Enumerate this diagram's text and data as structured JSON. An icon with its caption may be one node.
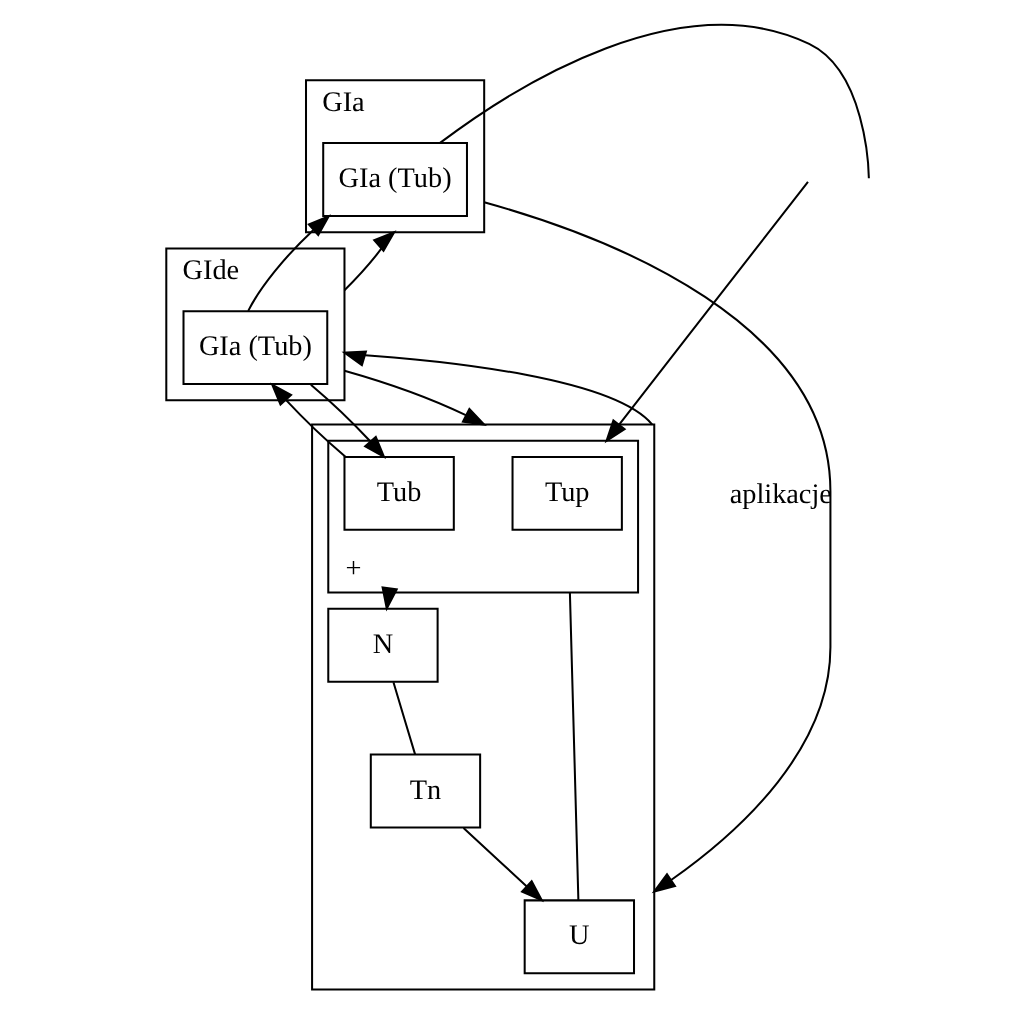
{
  "diagram": {
    "nodes": [
      {
        "text": [
          "GIa"
        ]
      },
      {
        "text": [
          "GIa (Tub)"
        ],
        "in": 0
      },
      {
        "text": [
          "GIde"
        ]
      },
      {
        "text": [
          "GIa (Tub)"
        ],
        "in": 2
      },
      {
        "text": [],
        "shape": "box"
      },
      {
        "text": [
          "N"
        ],
        "in": 4
      },
      {
        "text": [
          "Tn"
        ],
        "in": 4
      },
      {
        "text": [
          "U"
        ],
        "in": 4
      },
      {
        "text": [
          "+"
        ],
        "in": 4
      },
      {
        "text": [
          "Tup"
        ],
        "in": 8
      },
      {
        "text": [
          "Tub"
        ],
        "in": 8
      }
    ],
    "edges": [
      {
        "from": 2,
        "to": 0,
        "arrow": "to"
      },
      {
        "from": 3,
        "to": 1,
        "arrow": "to"
      },
      {
        "from": 4,
        "to": 2,
        "arrow": "to"
      },
      {
        "from": 2,
        "to": 4,
        "arrow": "to"
      },
      {
        "from": 10,
        "to": 3,
        "arrow": "to"
      },
      {
        "from": 3,
        "to": 10,
        "arrow": "to"
      },
      {
        "from": 1,
        "to": null,
        "arrow": "none"
      },
      {
        "from": 0,
        "to": 4,
        "arrow": "to",
        "label": "aplikacje"
      },
      {
        "from": null,
        "to": 8,
        "arrow": "to"
      },
      {
        "from": 5,
        "to": 6,
        "arrow": "none"
      },
      {
        "from": 6,
        "to": 7,
        "arrow": "to"
      },
      {
        "from": 8,
        "to": 5,
        "arrow": "to"
      },
      {
        "from": 7,
        "to": 8,
        "arrow": "none"
      }
    ]
  }
}
